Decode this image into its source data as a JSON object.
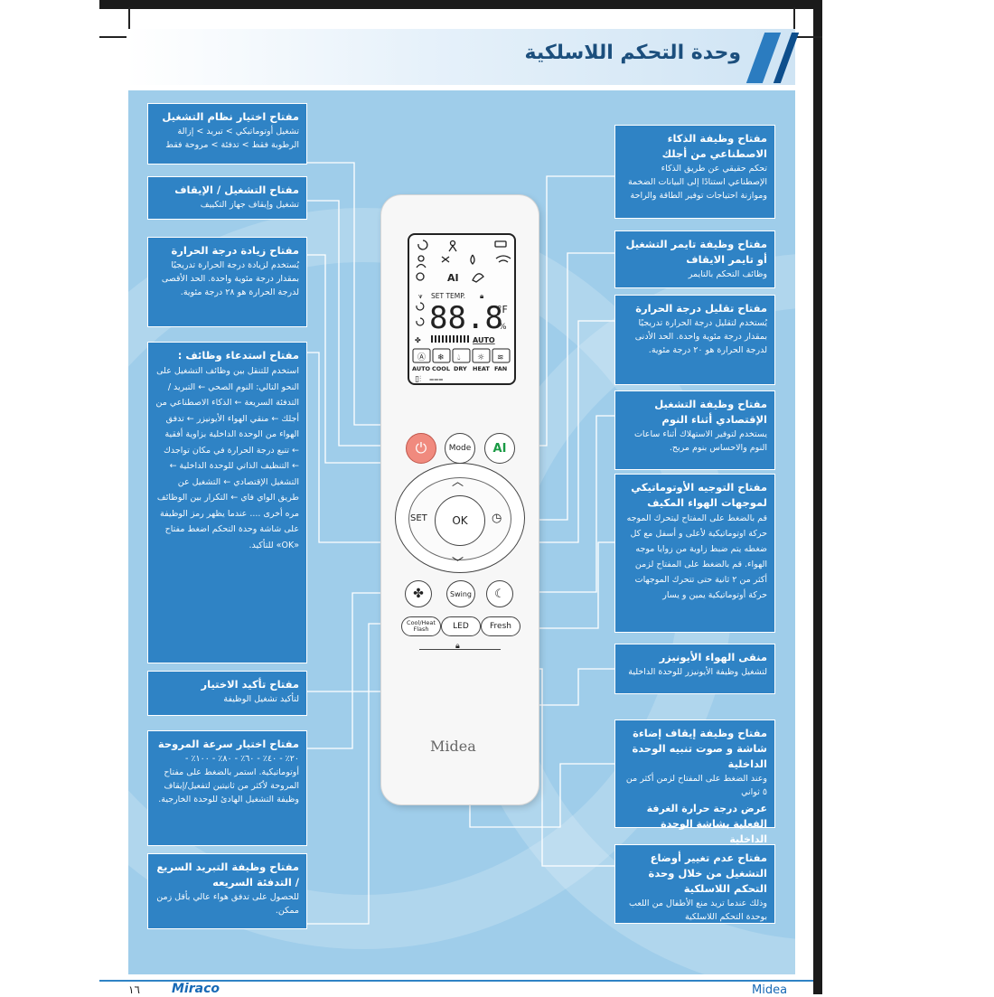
{
  "page": {
    "title": "وحدة التحكم اللاسلكية",
    "page_number": "١٦",
    "footer_brand": "Miraco",
    "footer_logo": "Midea"
  },
  "left_boxes": [
    {
      "heading": "مفتاح اختيار نظام التشغيل",
      "text": "تشغيل أوتوماتيكي > تبريد > إزالة الرطوبة فقط > تدفئة > مروحة فقط"
    },
    {
      "heading": "مفتاح التشغيل / الإيقاف",
      "text": "تشغيل وإيقاف جهاز التكييف"
    },
    {
      "heading": "مفتاح زيادة درجة الحرارة",
      "text": "يُستخدم لزيادة درجة الحرارة تدريجيًا بمقدار درجة مئوية واحدة. الحد الأقصى لدرجة الحرارة هو ٢٨ درجة مئوية."
    },
    {
      "heading": "مفتاح استدعاء وظائف :",
      "text": "استخدم للتنقل بين وظائف التشغيل على النحو التالي: النوم الصحي ← التبريد / التدفئة السريعة ← الذكاء الاصطناعي من أجلك ← منقي الهواء الأيونيزر ← تدفق الهواء من الوحدة الداخلية بزاوية أفقية ← تتبع درجة الحرارة في مكان تواجدك ← التنظيف الذاتي للوحدة الداخلية ← التشغيل الإقتصادي ← التشغيل عن طريق الواي فاي ← التكرار بين الوظائف مره أخرى .... عندما يظهر رمز الوظيفة على شاشة وحدة التحكم اضغط مفتاح «OK» للتأكيد."
    },
    {
      "heading": "مفتاح تأكيد الاختيار",
      "text": "لتأكيد تشغيل الوظيفة"
    },
    {
      "heading": "مفتاح اختيار سرعة المروحة",
      "text": "٢٠٪ - ٤٠٪ - ٦٠٪ - ٨٠٪ - ١٠٠٪ - أوتوماتيكية. استمر بالضغط على مفتاح المروحة لأكثر من ثانيتين لتفعيل/إيقاف وظيفة التشغيل الهادئ للوحدة الخارجية."
    },
    {
      "heading": "مفتاح وظيفة التبريد السريع / التدفئة السريعه",
      "text": "للحصول على تدفق هواء عالي بأقل زمن ممكن."
    }
  ],
  "right_boxes": [
    {
      "heading": "مفتاح وظيفة الذكاء الاصطناعي من أجلك",
      "text": "تحكم حقيقي عن طريق الذكاء الإصطناعي استنادًا إلى البيانات الضخمة وموازنة احتياجات توفير الطاقة والراحة"
    },
    {
      "heading": "مفتاح وظيفة تايمر التشغيل أو تايمر الايقاف",
      "text": "وظائف التحكم بالتايمر"
    },
    {
      "heading": "مفتاح تقليل درجة الحرارة",
      "text": "يُستخدم لتقليل درجة الحرارة تدريجيًا بمقدار درجة مئوية واحدة. الحد الأدنى لدرجة الحرارة هو ٢٠ درجة مئوية."
    },
    {
      "heading": "مفتاح وظيفة التشغيل الإقتصادي أثناء النوم",
      "text": "يستخدم لتوفير الاستهلاك أثناء ساعات النوم والاحساس بنوم مريح."
    },
    {
      "heading": "مفتاح التوجيه الأوتوماتيكي لموجهات الهواء المكيف",
      "text": "قم بالضغط على المفتاح ليتحرك الموجه حركة اوتوماتيكية لأعلى و أسفل مع كل ضغطه يتم ضبط زاوية من زوايا موجه الهواء. قم بالضغط على المفتاح لزمن أكثر من ٢ ثانية حتى تتحرك الموجهات حركة أوتوماتيكية يمين و يسار"
    },
    {
      "heading": "منقى الهواء الأيونيزر",
      "text": "لتشغيل وظيفة الأيونيزر للوحدة الداخلية"
    },
    {
      "heading": "مفتاح وظيفة إيقاف إضاءة شاشة و صوت تنبيه الوحدة الداخلية",
      "text": "وعند الضغط على المفتاح لزمن أكثر من ٥ ثواني",
      "heading2": "عرض درجة حرارة الغرفة الفعلية بشاشة الوحدة الداخلية"
    },
    {
      "heading": "مفتاح عدم تغيير أوضاع التشغيل من خلال وحدة التحكم اللاسلكية",
      "text": "وذلك عندما تريد منع الأطفال من اللعب بوحدة التحكم اللاسلكية"
    }
  ],
  "remote": {
    "set_temp": "SET TEMP.",
    "digits": "88.8",
    "unit_f": "°F",
    "unit_pct": "%",
    "auto_label": "AUTO",
    "modes": [
      "AUTO",
      "COOL",
      "DRY",
      "HEAT",
      "FAN"
    ],
    "btn_mode": "Mode",
    "btn_ai": "AI",
    "btn_set": "SET",
    "btn_ok": "OK",
    "btn_swing": "Swing",
    "btn_coolheat": "Cool/Heat",
    "btn_flash": "Flash",
    "btn_led": "LED",
    "btn_fresh": "Fresh",
    "brand": "Midea"
  }
}
